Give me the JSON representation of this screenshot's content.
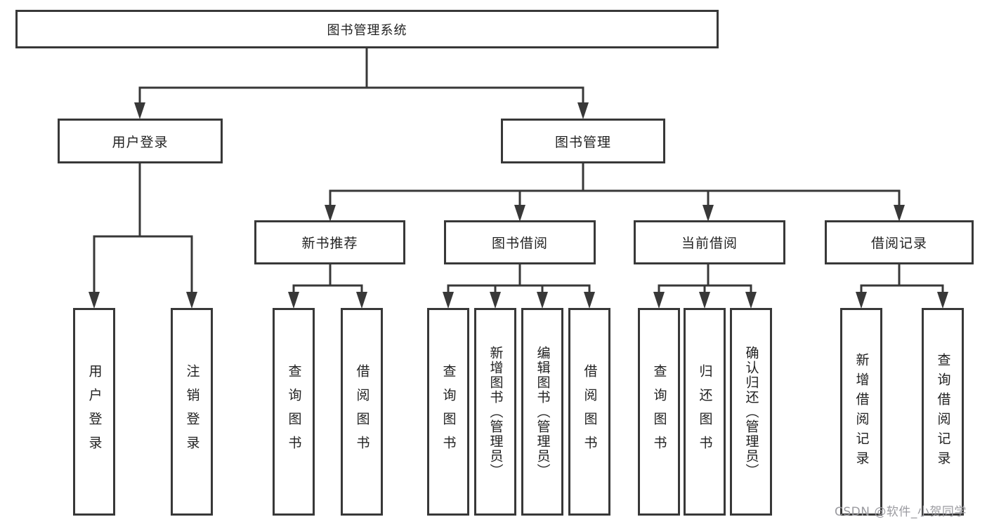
{
  "diagram": {
    "root": {
      "label": "图书管理系统"
    },
    "level2": [
      {
        "label": "用户登录"
      },
      {
        "label": "图书管理"
      }
    ],
    "level3": [
      {
        "label": "新书推荐",
        "parent": "图书管理"
      },
      {
        "label": "图书借阅",
        "parent": "图书管理"
      },
      {
        "label": "当前借阅",
        "parent": "图书管理"
      },
      {
        "label": "借阅记录",
        "parent": "图书管理"
      }
    ],
    "leaves": [
      {
        "label": "用户登录",
        "parent": "用户登录"
      },
      {
        "label": "注销登录",
        "parent": "用户登录"
      },
      {
        "label": "查询图书",
        "parent": "新书推荐"
      },
      {
        "label": "借阅图书",
        "parent": "新书推荐"
      },
      {
        "label": "查询图书",
        "parent": "图书借阅"
      },
      {
        "label": "新增图书（管理员）",
        "parent": "图书借阅"
      },
      {
        "label": "编辑图书（管理员）",
        "parent": "图书借阅"
      },
      {
        "label": "借阅图书",
        "parent": "图书借阅"
      },
      {
        "label": "查询图书",
        "parent": "当前借阅"
      },
      {
        "label": "归还图书",
        "parent": "当前借阅"
      },
      {
        "label": "确认归还（管理员）",
        "parent": "当前借阅"
      },
      {
        "label": "新增借阅记录",
        "parent": "借阅记录"
      },
      {
        "label": "查询借阅记录",
        "parent": "借阅记录"
      }
    ],
    "colors": {
      "line": "#383838",
      "text": "#222222",
      "background": "#ffffff",
      "watermark": "#9b9ba0"
    },
    "watermark": {
      "label": "CSDN @软件_小贺同学"
    }
  }
}
